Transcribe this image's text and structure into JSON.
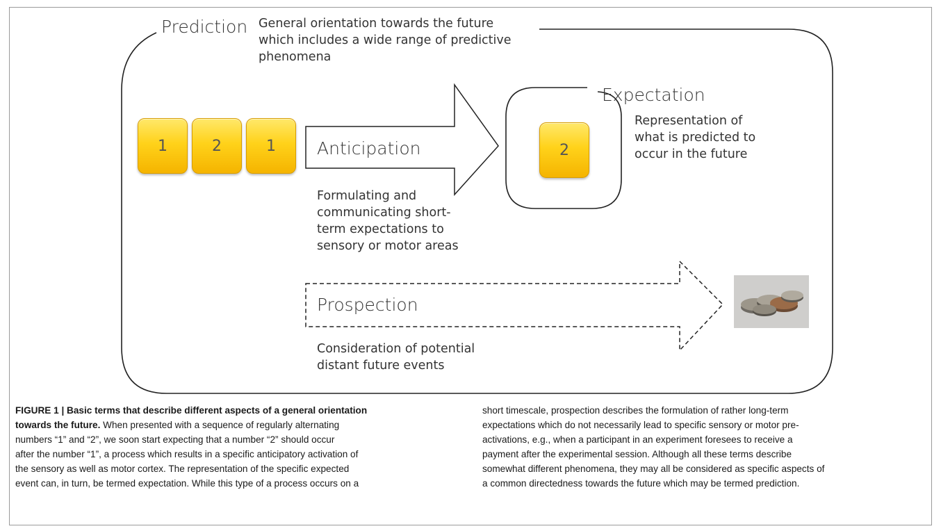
{
  "diagram": {
    "prediction": {
      "title": "Prediction",
      "line1": "General orientation towards the future",
      "line2": "which includes a wide range of predictive",
      "line3": "phenomena"
    },
    "sequence_tiles": [
      "1",
      "2",
      "1"
    ],
    "anticipation": {
      "title": "Anticipation",
      "line1": "Formulating and",
      "line2": "communicating short-",
      "line3": "term expectations to",
      "line4": "sensory or motor areas"
    },
    "expectation": {
      "title": "Expectation",
      "tile": "2",
      "line1": "Representation of",
      "line2": "what is predicted to",
      "line3": "occur in the future"
    },
    "prospection": {
      "title": "Prospection",
      "line1": "Consideration of potential",
      "line2": "distant future events"
    },
    "image": "coins-photo"
  },
  "caption": {
    "figure_label": "FIGURE 1 | Basic terms that describe different aspects of a general orientation",
    "figure_label2": "towards the future.",
    "left": [
      " When presented with a sequence of regularly alternating",
      "numbers “1” and “2”, we soon start expecting that a number “2” should occur",
      "after the number “1”, a process which results in a specific anticipatory activation of",
      "the sensory as well as motor cortex. The representation of the specific expected",
      "event can, in turn, be termed expectation. While this type of a process occurs on a"
    ],
    "right": [
      "short timescale, prospection describes the formulation of rather long-term",
      "expectations which do not necessarily lead to specific sensory or motor pre-",
      "activations, e.g., when a participant in an experiment foresees to receive a",
      "payment after the experimental session. Although all these terms describe",
      "somewhat different phenomena, they may all be considered as specific aspects of",
      "a common directedness towards the future which may be termed prediction."
    ]
  }
}
